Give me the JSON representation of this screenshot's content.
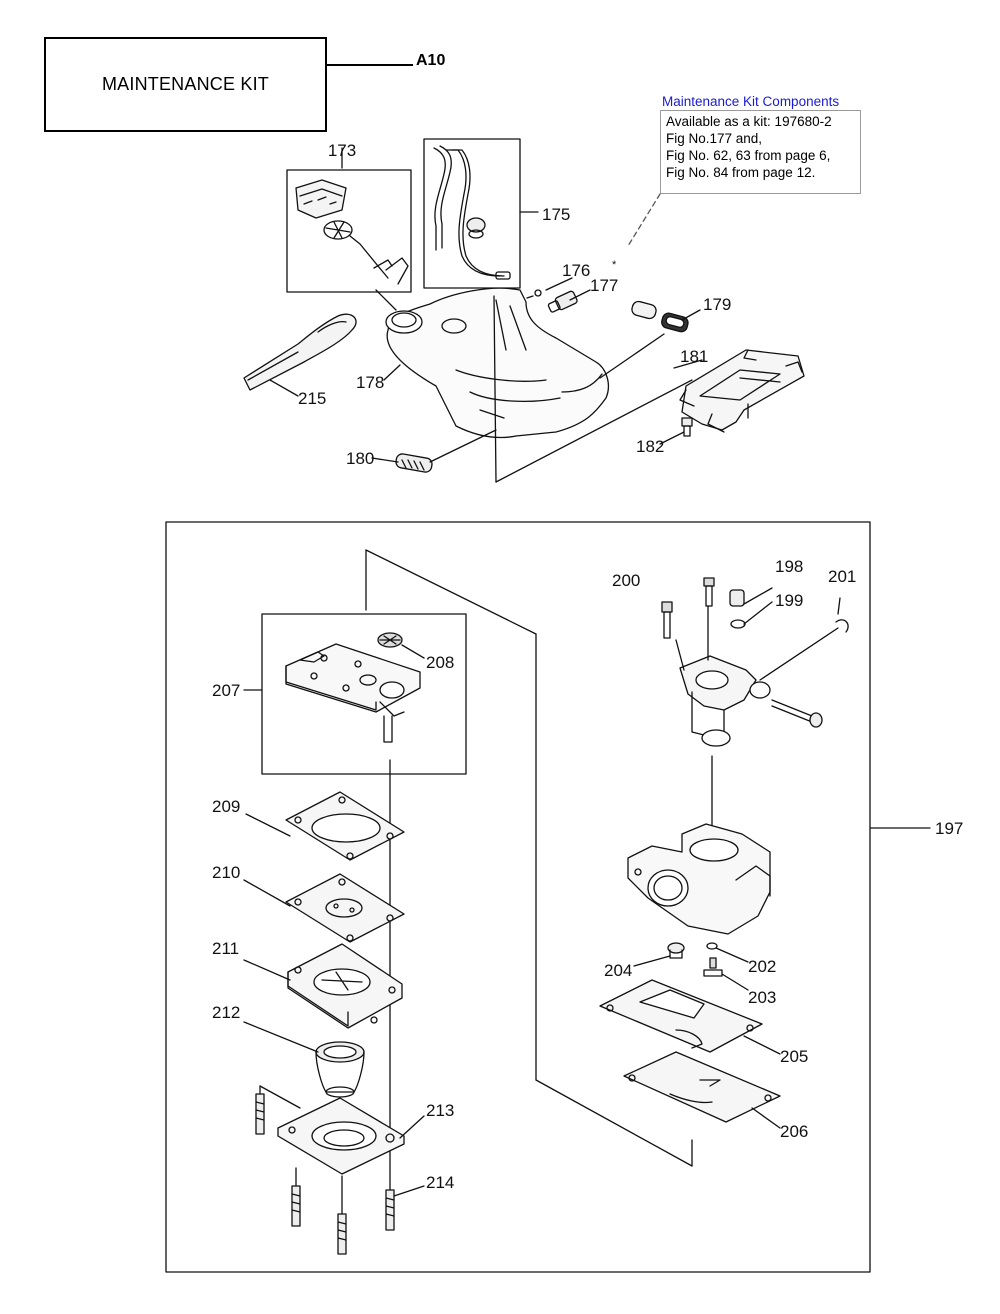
{
  "title": "MAINTENANCE KIT",
  "ref_code": "A10",
  "components_box": {
    "heading": "Maintenance Kit Components",
    "lines": [
      "Available as a kit: 197680-2",
      "Fig No.177 and,",
      "Fig No. 62, 63 from page 6,",
      "Fig No. 84 from page 12."
    ]
  },
  "asterisk": "*",
  "part_numbers": {
    "p173": "173",
    "p175": "175",
    "p176": "176",
    "p177": "177",
    "p178": "178",
    "p179": "179",
    "p180": "180",
    "p181": "181",
    "p182": "182",
    "p215": "215",
    "p197": "197",
    "p198": "198",
    "p199": "199",
    "p200": "200",
    "p201": "201",
    "p202": "202",
    "p203": "203",
    "p204": "204",
    "p205": "205",
    "p206": "206",
    "p207": "207",
    "p208": "208",
    "p209": "209",
    "p210": "210",
    "p211": "211",
    "p212": "212",
    "p213": "213",
    "p214": "214"
  }
}
